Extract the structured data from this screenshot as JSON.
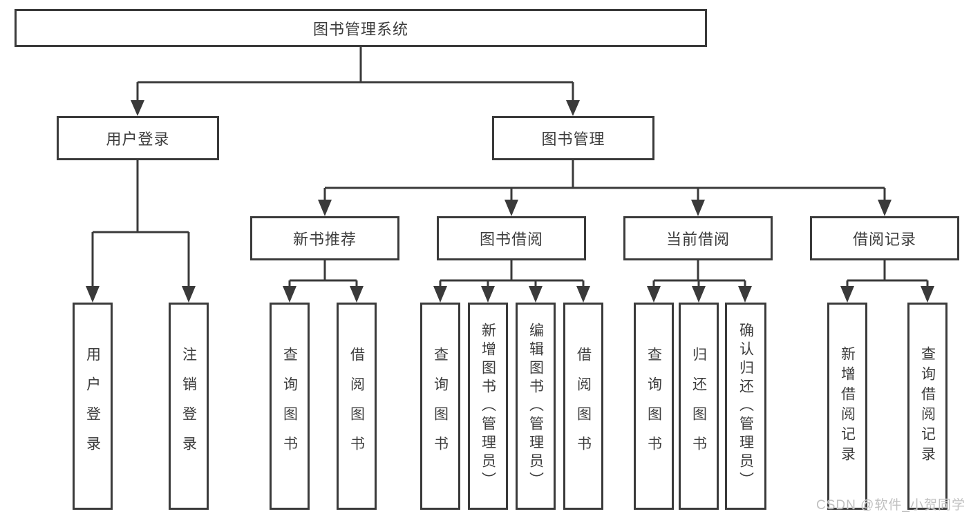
{
  "tree": {
    "root": {
      "label": "图书管理系统"
    },
    "level2": [
      {
        "label": "用户登录"
      },
      {
        "label": "图书管理"
      }
    ],
    "level3": [
      {
        "label": "新书推荐"
      },
      {
        "label": "图书借阅"
      },
      {
        "label": "当前借阅"
      },
      {
        "label": "借阅记录"
      }
    ],
    "leaves": {
      "user_login": [
        {
          "label": "用户登录"
        },
        {
          "label": "注销登录"
        }
      ],
      "new_book": [
        {
          "label": "查询图书"
        },
        {
          "label": "借阅图书"
        }
      ],
      "borrow": [
        {
          "label": "查询图书"
        },
        {
          "label": "新增图书（管理员）"
        },
        {
          "label": "编辑图书（管理员）"
        },
        {
          "label": "借阅图书"
        }
      ],
      "current": [
        {
          "label": "查询图书"
        },
        {
          "label": "归还图书"
        },
        {
          "label": "确认归还（管理员）"
        }
      ],
      "records": [
        {
          "label": "新增借阅记录"
        },
        {
          "label": "查询借阅记录"
        }
      ]
    }
  },
  "watermark": {
    "text": "CSDN @软件_小贺同学"
  },
  "colors": {
    "line": "#3a3a3a",
    "text": "#3d3d3d",
    "watermark": "#c0c0c0",
    "background": "#ffffff"
  }
}
